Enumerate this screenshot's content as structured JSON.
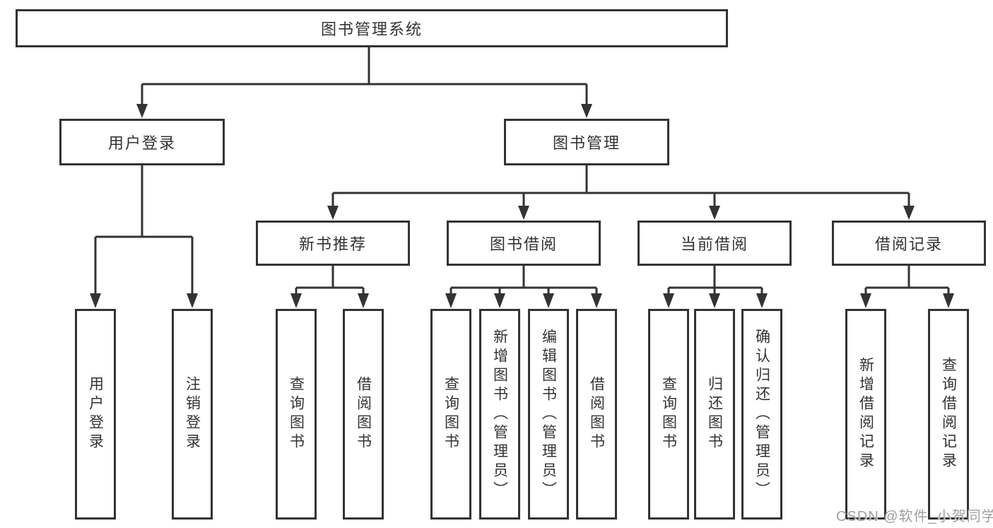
{
  "diagram": {
    "title": "图书管理系统",
    "watermark": "CSDN @软件_小贺同学",
    "colors": {
      "line": "#333333",
      "text": "#333333",
      "background": "#ffffff",
      "watermark": "#a0a0a0"
    },
    "tree": {
      "root": "图书管理系统",
      "branches": [
        {
          "label": "用户登录",
          "children": [
            "用户登录",
            "注销登录"
          ]
        },
        {
          "label": "图书管理",
          "groups": [
            {
              "label": "新书推荐",
              "children": [
                "查询图书",
                "借阅图书"
              ]
            },
            {
              "label": "图书借阅",
              "children": [
                "查询图书",
                "新增图书（管理员）",
                "编辑图书（管理员）",
                "借阅图书"
              ]
            },
            {
              "label": "当前借阅",
              "children": [
                "查询图书",
                "归还图书",
                "确认归还（管理员）"
              ]
            },
            {
              "label": "借阅记录",
              "children": [
                "新增借阅记录",
                "查询借阅记录"
              ]
            }
          ]
        }
      ]
    }
  }
}
